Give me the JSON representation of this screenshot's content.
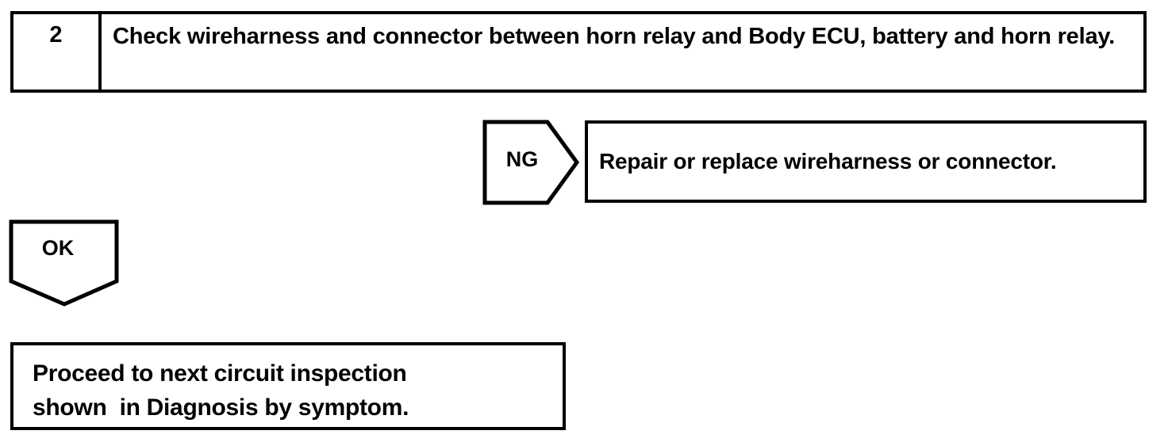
{
  "document": {
    "type": "diagnostic-flowchart",
    "ink_color": "#000000",
    "background_color": "#ffffff"
  },
  "step": {
    "number": "2",
    "instruction": "Check wireharness and connector between horn relay and Body ECU, battery and horn relay."
  },
  "branches": {
    "ng": {
      "label": "NG",
      "result": "Repair or replace wireharness or connector."
    },
    "ok": {
      "label": "OK",
      "result_line1": "Proceed to next circuit inspection",
      "result_line2": "shown  in Diagnosis by symptom."
    }
  }
}
